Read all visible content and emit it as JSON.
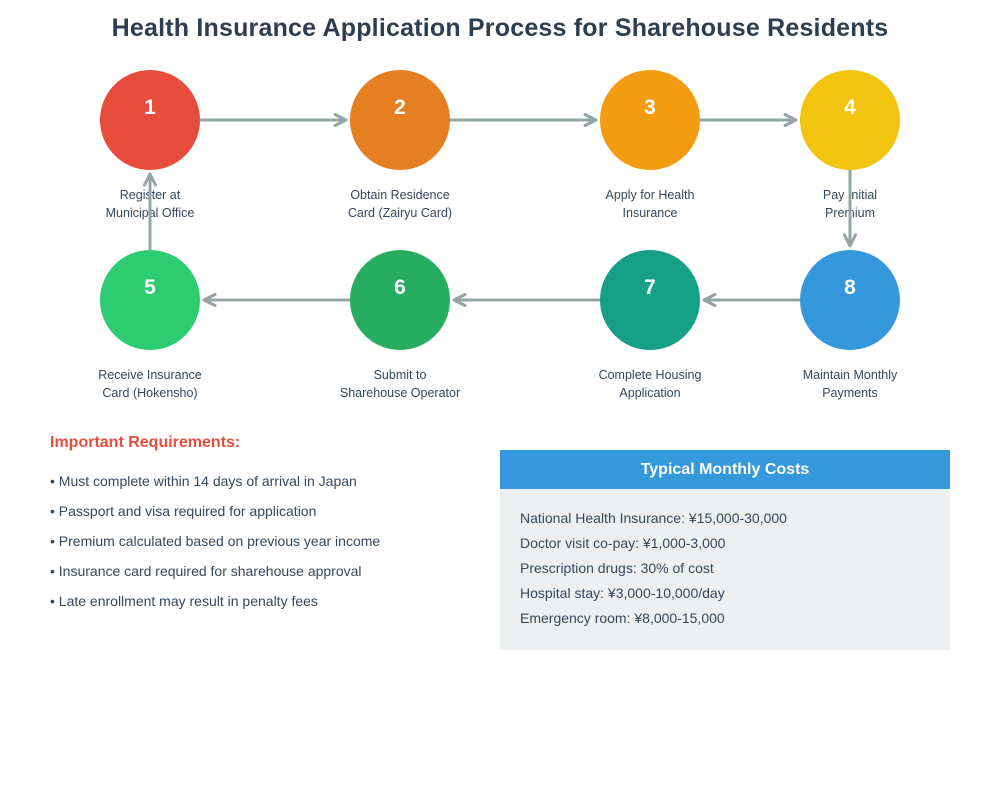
{
  "title": "Health Insurance Application Process for Sharehouse Residents",
  "colors": {
    "title_text": "#2C3E50",
    "body_text": "#34495E",
    "arrow_gray": "#95A5A6",
    "accent_red": "#E74C3C",
    "header_blue": "#3498DB",
    "panel_bg": "#ECF0F1"
  },
  "flow": {
    "steps": [
      {
        "number": "1",
        "label": "Register at\nMunicipal Office",
        "color": "#E74C3C"
      },
      {
        "number": "2",
        "label": "Obtain Residence\nCard (Zairyu Card)",
        "color": "#E67E22"
      },
      {
        "number": "3",
        "label": "Apply for Health\nInsurance",
        "color": "#F39C12"
      },
      {
        "number": "4",
        "label": "Pay Initial\nPremium",
        "color": "#F1C40F"
      },
      {
        "number": "5",
        "label": "Receive Insurance\nCard (Hokensho)",
        "color": "#2ECC71"
      },
      {
        "number": "6",
        "label": "Submit to\nSharehouse Operator",
        "color": "#27AE60"
      },
      {
        "number": "7",
        "label": "Complete Housing\nApplication",
        "color": "#16A085"
      },
      {
        "number": "8",
        "label": "Maintain Monthly\nPayments",
        "color": "#3498DB"
      }
    ]
  },
  "requirements": {
    "heading": "Important Requirements:",
    "items": [
      "• Must complete within 14 days of arrival in Japan",
      "• Passport and visa required for application",
      "• Premium calculated based on previous year income",
      "• Insurance card required for sharehouse approval",
      "• Late enrollment may result in penalty fees"
    ]
  },
  "costs": {
    "header": "Typical Monthly Costs",
    "items": [
      "National Health Insurance: ¥15,000-30,000",
      "Doctor visit co-pay: ¥1,000-3,000",
      "Prescription drugs: 30% of cost",
      "Hospital stay: ¥3,000-10,000/day",
      "Emergency room: ¥8,000-15,000"
    ]
  }
}
